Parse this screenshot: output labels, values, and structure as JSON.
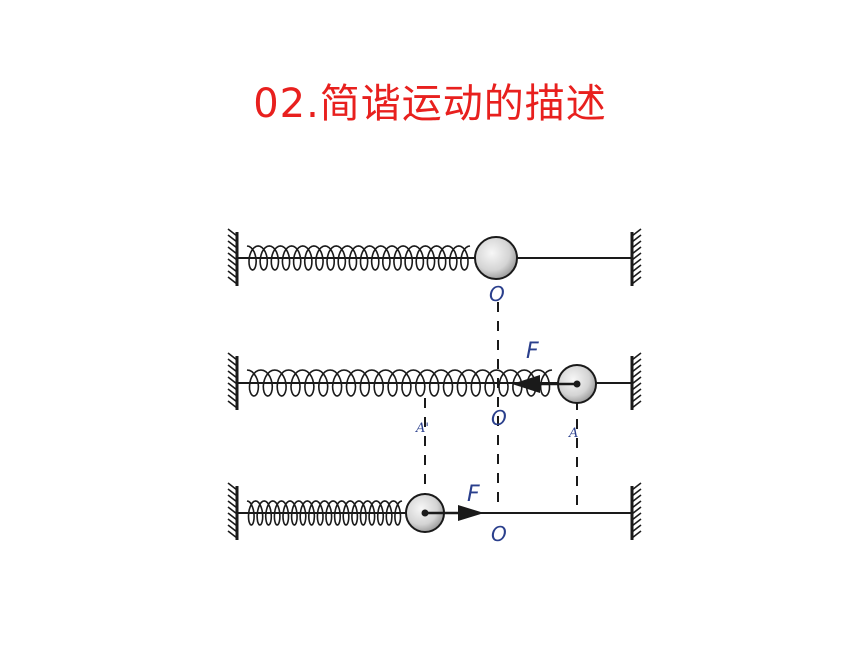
{
  "title": "02.简谐运动的描述",
  "diagram": {
    "labels": {
      "equilibrium": "O",
      "force": "F",
      "amplitude_right": "A",
      "amplitude_left": "A'"
    },
    "colors": {
      "title": "#e8201e",
      "labels": "#2a3f8c",
      "lines": "#1a1a1a"
    }
  }
}
